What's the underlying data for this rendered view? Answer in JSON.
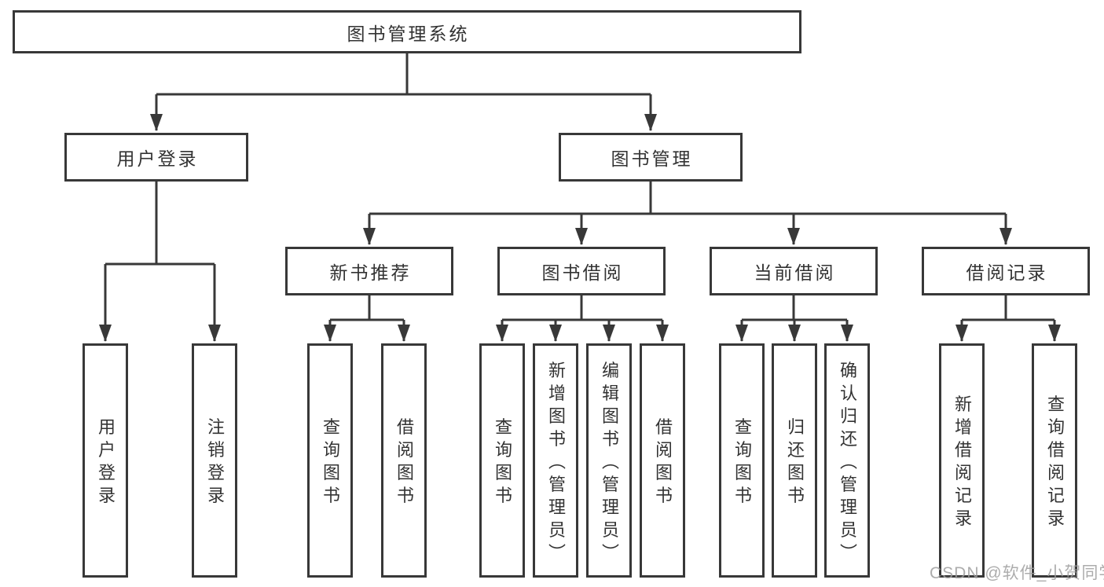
{
  "diagram_title": "图书管理系统",
  "tree": {
    "root": {
      "label": "图书管理系统",
      "children": [
        {
          "label": "用户登录",
          "children": [
            {
              "label": "用户登录"
            },
            {
              "label": "注销登录"
            }
          ]
        },
        {
          "label": "图书管理",
          "children": [
            {
              "label": "新书推荐",
              "children": [
                {
                  "label": "查询图书"
                },
                {
                  "label": "借阅图书"
                }
              ]
            },
            {
              "label": "图书借阅",
              "children": [
                {
                  "label": "查询图书"
                },
                {
                  "label": "新增图书（管理员）"
                },
                {
                  "label": "编辑图书（管理员）"
                },
                {
                  "label": "借阅图书"
                }
              ]
            },
            {
              "label": "当前借阅",
              "children": [
                {
                  "label": "查询图书"
                },
                {
                  "label": "归还图书"
                },
                {
                  "label": "确认归还（管理员）"
                }
              ]
            },
            {
              "label": "借阅记录",
              "children": [
                {
                  "label": "新增借阅记录"
                },
                {
                  "label": "查询借阅记录"
                }
              ]
            }
          ]
        }
      ]
    }
  },
  "watermark": "CSDN @软件_小贺同学",
  "colors": {
    "line": "#383838",
    "box_border": "#383838",
    "text": "#333333",
    "watermark": "#9e9e9e",
    "background": "#ffffff"
  }
}
